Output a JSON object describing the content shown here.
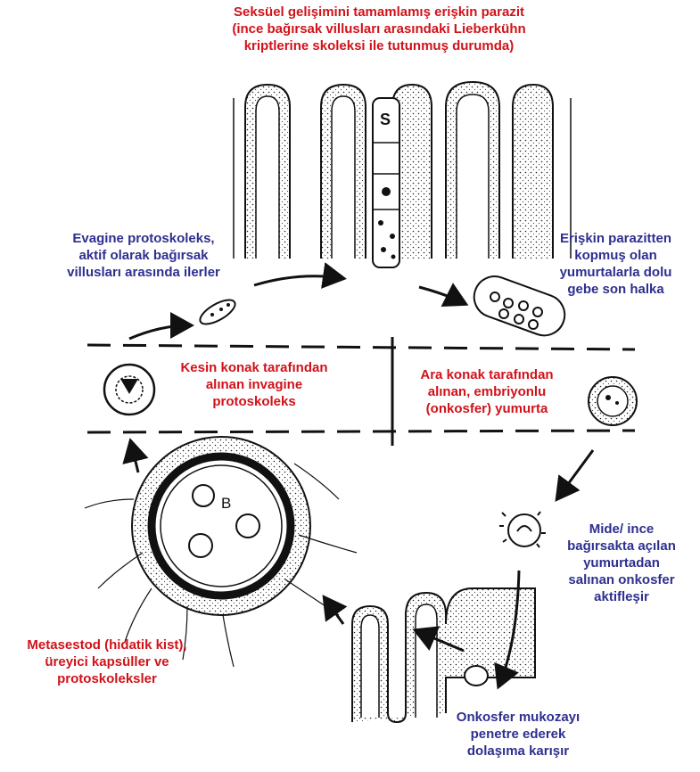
{
  "labels": {
    "adult_parasite": "Seksüel gelişimini tamamlamış erişkin parazit\n(ince bağırsak villusları arasındaki Lieberkühn\nkriptlerine skoleksi ile tutunmuş durumda)",
    "evaginated_protoscolex": "Evagine protoskoleks,\naktif olarak bağırsak\nvillusları arasında ilerler",
    "gravid_segment": "Erişkin parazitten\nkopmuş olan\nyumurtalarla dolu\ngebe son halka",
    "definitive_host": "Kesin konak tarafından\nalınan invagine\nprotoskoleks",
    "intermediate_host": "Ara konak tarafından\nalınan, embriyonlu\n(onkosfer) yumurta",
    "oncosphere_activated": "Mide/ ince\nbağırsakta açılan\nyumurtadan\nsalınan onkosfer\naktifleşir",
    "metacestode": "Metasestod (hidatik kist),\nüreyici kapsüller ve\nprotoskoleksler",
    "penetration": "Onkosfer mukozayı\npenetre ederek\ndolaşıma karışır"
  },
  "figure_letters": {
    "scolex": "S",
    "brood_capsule": "B"
  },
  "colors": {
    "red": "#d0121a",
    "blue": "#2e2f8f",
    "ink": "#111111"
  }
}
